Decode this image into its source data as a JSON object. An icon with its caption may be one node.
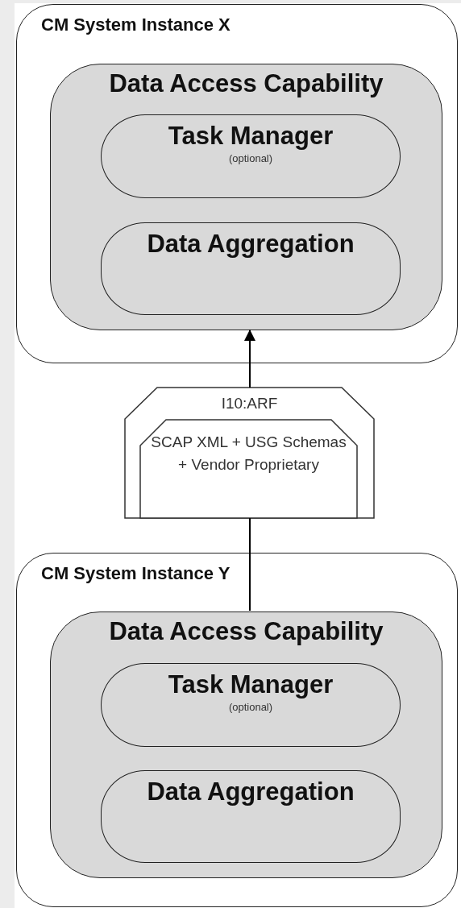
{
  "diagram": {
    "nodes": [
      {
        "text": [
          "CM System Instance X"
        ]
      },
      {
        "text": [
          "Data Access Capability"
        ],
        "in": 0
      },
      {
        "text": [
          "Task Manager",
          "(optional)"
        ],
        "in": 1
      },
      {
        "text": [
          "Data Aggregation"
        ],
        "in": 1
      },
      {
        "text": [
          "I10:ARF"
        ]
      },
      {
        "text": [
          "SCAP XML + USG Schemas + Vendor Proprietary"
        ],
        "in": 4
      },
      {
        "text": [
          "CM System Instance Y"
        ]
      },
      {
        "text": [
          "Data Access Capability"
        ],
        "in": 6
      },
      {
        "text": [
          "Task Manager",
          "(optional)"
        ],
        "in": 7
      },
      {
        "text": [
          "Data Aggregation"
        ],
        "in": 7
      }
    ],
    "edges": [
      {
        "from": 4,
        "to": 1,
        "arrow": "to"
      },
      {
        "from": 7,
        "to": 4,
        "arrow": "none"
      }
    ]
  }
}
